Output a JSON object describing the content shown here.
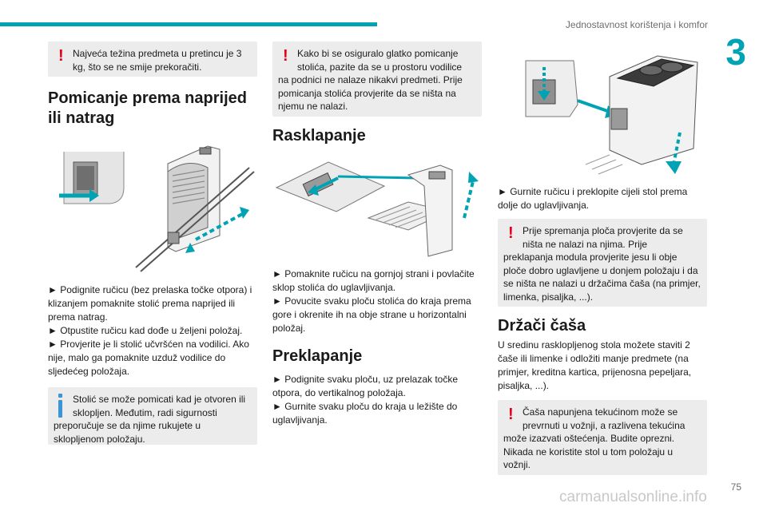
{
  "header": {
    "title": "Jednostavnost korištenja i komfor",
    "chapter": "3",
    "page_number": "75",
    "watermark": "carmanualsonline.info",
    "accent_color": "#00a3b4"
  },
  "col1": {
    "warning_box": {
      "lead": "Najveća težina predmeta u pretincu je 3 kg, što se ne smije prekoračiti.",
      "icon": "warning-icon"
    },
    "heading": "Pomicanje prema naprijed ili natrag",
    "figure_icon": "seat-slide-illustration",
    "steps": [
      "► Podignite ručicu (bez prelaska točke otpora) i klizanjem pomaknite stolić prema naprijed ili prema natrag.",
      "► Otpustite ručicu kad dođe u željeni položaj.",
      "► Provjerite je li stolić učvršćen na vodilici. Ako nije, malo ga pomaknite uzduž vodilice do sljedećeg položaja."
    ],
    "info_box": {
      "lead": "Stolić se može pomicati kad je otvoren ili sklopljen. Međutim, radi sigurnosti",
      "rest": "preporučuje se da njime rukujete u sklopljenom položaju.",
      "icon": "info-icon"
    }
  },
  "col2": {
    "warning_box": {
      "lead": "Kako bi se osiguralo glatko pomicanje stolića, pazite da se u prostoru vodilice",
      "rest": "na podnici ne nalaze nikakvi predmeti. Prije pomicanja stolića provjerite da se ništa na njemu ne nalazi.",
      "icon": "warning-icon"
    },
    "heading_unfold": "Rasklapanje",
    "figure_icon": "table-unfold-illustration",
    "unfold_steps": [
      "► Pomaknite ručicu na gornjoj strani i povlačite sklop stolića do uglavljivanja.",
      "► Povucite svaku ploču stolića do kraja prema gore i okrenite ih na obje strane u horizontalni položaj."
    ],
    "heading_fold": "Preklapanje",
    "fold_steps": [
      "► Podignite svaku ploču, uz prelazak točke otpora, do vertikalnog položaja.",
      "► Gurnite svaku ploču do kraja u ležište do uglavljivanja."
    ]
  },
  "col3": {
    "figure_icon": "table-fold-illustration",
    "step": "► Gurnite ručicu i preklopite cijeli stol prema dolje do uglavljivanja.",
    "warning_box_1": {
      "lead": "Prije spremanja ploča provjerite da se ništa ne nalazi na njima. Prije",
      "rest": "preklapanja modula provjerite jesu li obje ploče dobro uglavljene u donjem položaju i da se ništa ne nalazi u držačima čaša (na primjer, limenka, pisaljka, ...).",
      "icon": "warning-icon"
    },
    "heading": "Držači čaša",
    "paragraph": "U sredinu rasklopljenog stola možete staviti 2 čaše ili limenke i odložiti manje predmete (na primjer, kreditna kartica, prijenosna pepeljara, pisaljka, ...).",
    "warning_box_2": {
      "lead": "Čaša napunjena tekućinom može se prevrnuti u vožnji, a razlivena tekućina",
      "rest": "može izazvati oštećenja. Budite oprezni. Nikada ne koristite stol u tom položaju u vožnji.",
      "icon": "warning-icon"
    }
  }
}
